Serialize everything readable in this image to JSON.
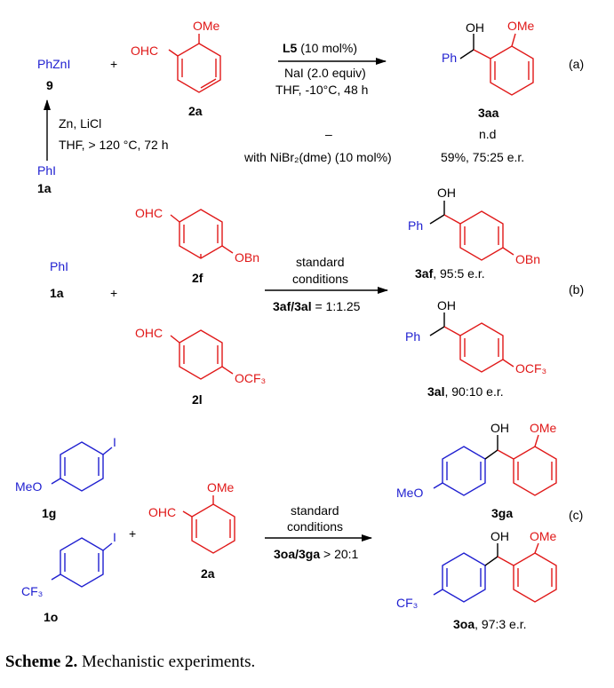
{
  "caption": {
    "label": "Scheme 2.",
    "text": "Mechanistic experiments."
  },
  "panel_a": {
    "tag": "(a)",
    "reagent_1": "PhZnI",
    "reagent_1_num": "9",
    "aldehyde_prefix": "OHC",
    "aldehyde_substituent": "OMe",
    "aldehyde_num": "2a",
    "arrow_line1_bold": "L5",
    "arrow_line1_rest": " (10 mol%)",
    "arrow_line2": "NaI (2.0 equiv)",
    "arrow_line3": "THF, -10°C, 48 h",
    "product_oh": "OH",
    "product_ome": "OMe",
    "product_ph": "Ph",
    "product_num": "3aa",
    "vertical_cond_1": "Zn, LiCl",
    "vertical_cond_2": "THF, > 120 °C, 72 h",
    "start_reagent": "PhI",
    "start_num": "1a",
    "row1_condition": "–",
    "row1_result": "n.d",
    "row2_condition": "with NiBr₂(dme) (10 mol%)",
    "row2_result": "59%, 75:25 e.r."
  },
  "panel_b": {
    "tag": "(b)",
    "reagent": "PhI",
    "reagent_num": "1a",
    "plus": "+",
    "ald1_prefix": "OHC",
    "ald1_sub": "OBn",
    "ald1_num": "2f",
    "ald2_prefix": "OHC",
    "ald2_sub": "OCF₃",
    "ald2_num": "2l",
    "arrow_line1": "standard",
    "arrow_line2": "conditions",
    "ratio_bold": "3af/3al",
    "ratio_rest": " = 1:1.25",
    "prod1_oh": "OH",
    "prod1_ph": "Ph",
    "prod1_sub": "OBn",
    "prod1_label_bold": "3af",
    "prod1_label_rest": ", 95:5 e.r.",
    "prod2_oh": "OH",
    "prod2_ph": "Ph",
    "prod2_sub": "OCF₃",
    "prod2_label_bold": "3al",
    "prod2_label_rest": ", 90:10 e.r."
  },
  "panel_c": {
    "tag": "(c)",
    "aryl1_sub": "MeO",
    "aryl1_i": "I",
    "aryl1_num": "1g",
    "aryl2_sub": "CF₃",
    "aryl2_i": "I",
    "aryl2_num": "1o",
    "plus": "+",
    "ald_prefix": "OHC",
    "ald_sub": "OMe",
    "ald_num": "2a",
    "arrow_line1": "standard",
    "arrow_line2": "conditions",
    "ratio_bold": "3oa/3ga",
    "ratio_rest": " > 20:1",
    "prod1_sub": "MeO",
    "prod1_oh": "OH",
    "prod1_ome": "OMe",
    "prod1_num": "3ga",
    "prod2_sub": "CF₃",
    "prod2_oh": "OH",
    "prod2_ome": "OMe",
    "prod2_label_bold": "3oa",
    "prod2_label_rest": ", 97:3 e.r."
  },
  "plus_a": "+"
}
